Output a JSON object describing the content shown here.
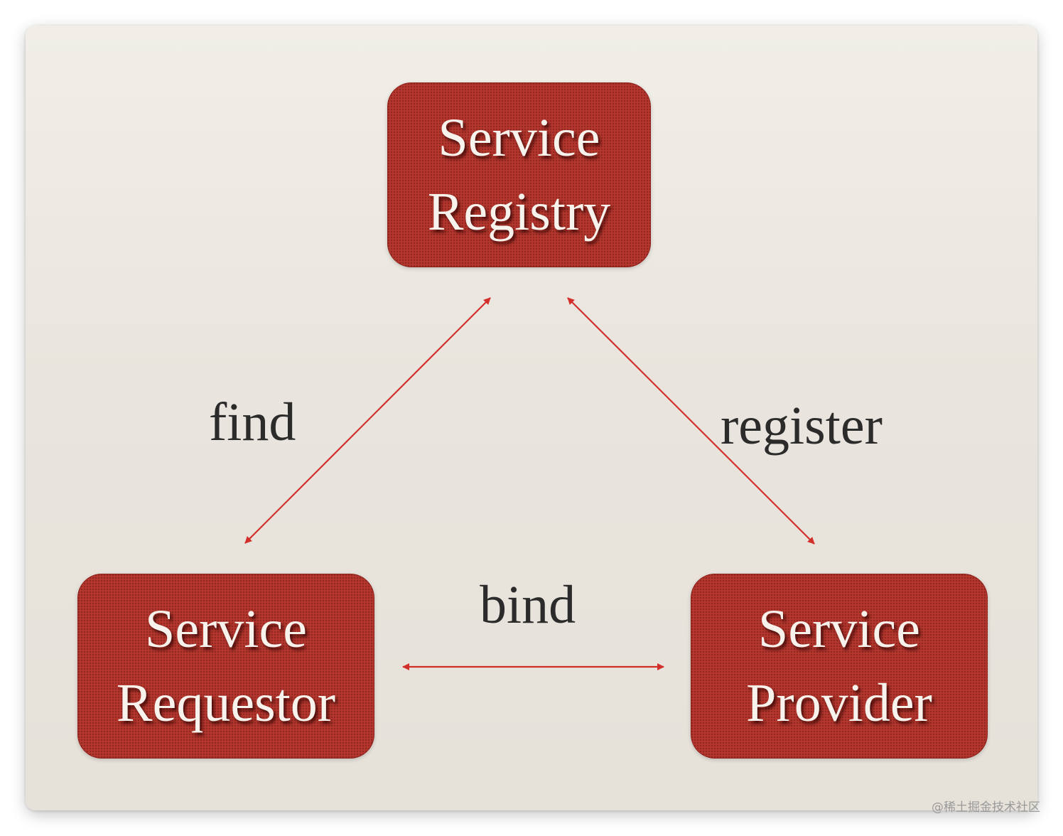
{
  "diagram": {
    "nodes": {
      "registry": {
        "line1": "Service",
        "line2": "Registry"
      },
      "requestor": {
        "line1": "Service",
        "line2": "Requestor"
      },
      "provider": {
        "line1": "Service",
        "line2": "Provider"
      }
    },
    "edges": {
      "find": "find",
      "register": "register",
      "bind": "bind"
    },
    "colors": {
      "node_fill": "#b5372e",
      "node_text": "#f7f2ec",
      "arrow": "#d32f2a",
      "label_text": "#2b2b2b",
      "background": "#ebe7e0"
    }
  },
  "watermark": "@稀土掘金技术社区"
}
